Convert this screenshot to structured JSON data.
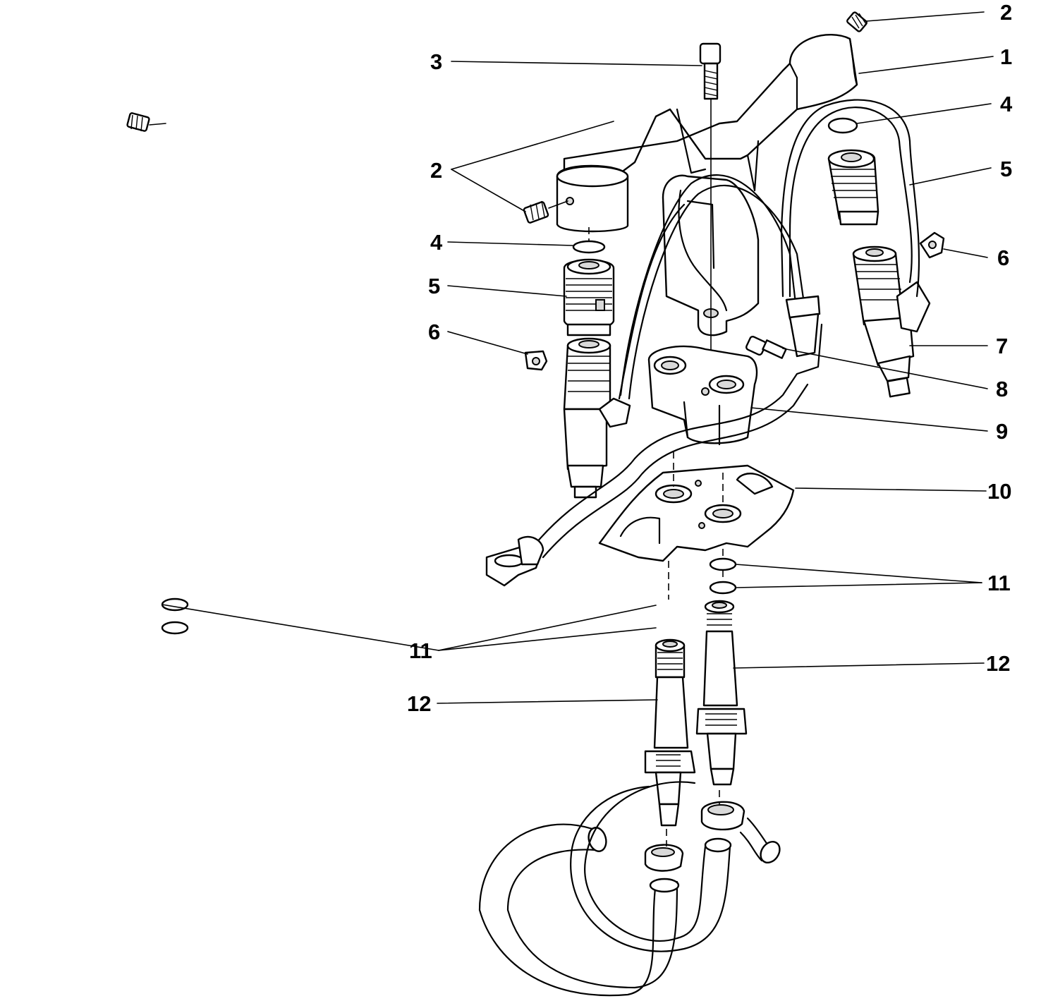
{
  "callouts": {
    "c2_top": "2",
    "c1": "1",
    "c3": "3",
    "c4_right": "4",
    "c2_left": "2",
    "c5_right": "5",
    "c4_left": "4",
    "c6_right": "6",
    "c5_left": "5",
    "c6_left": "6",
    "c7": "7",
    "c8": "8",
    "c9": "9",
    "c10": "10",
    "c11_right": "11",
    "c11_left": "11",
    "c12_right": "12",
    "c12_left": "12"
  }
}
